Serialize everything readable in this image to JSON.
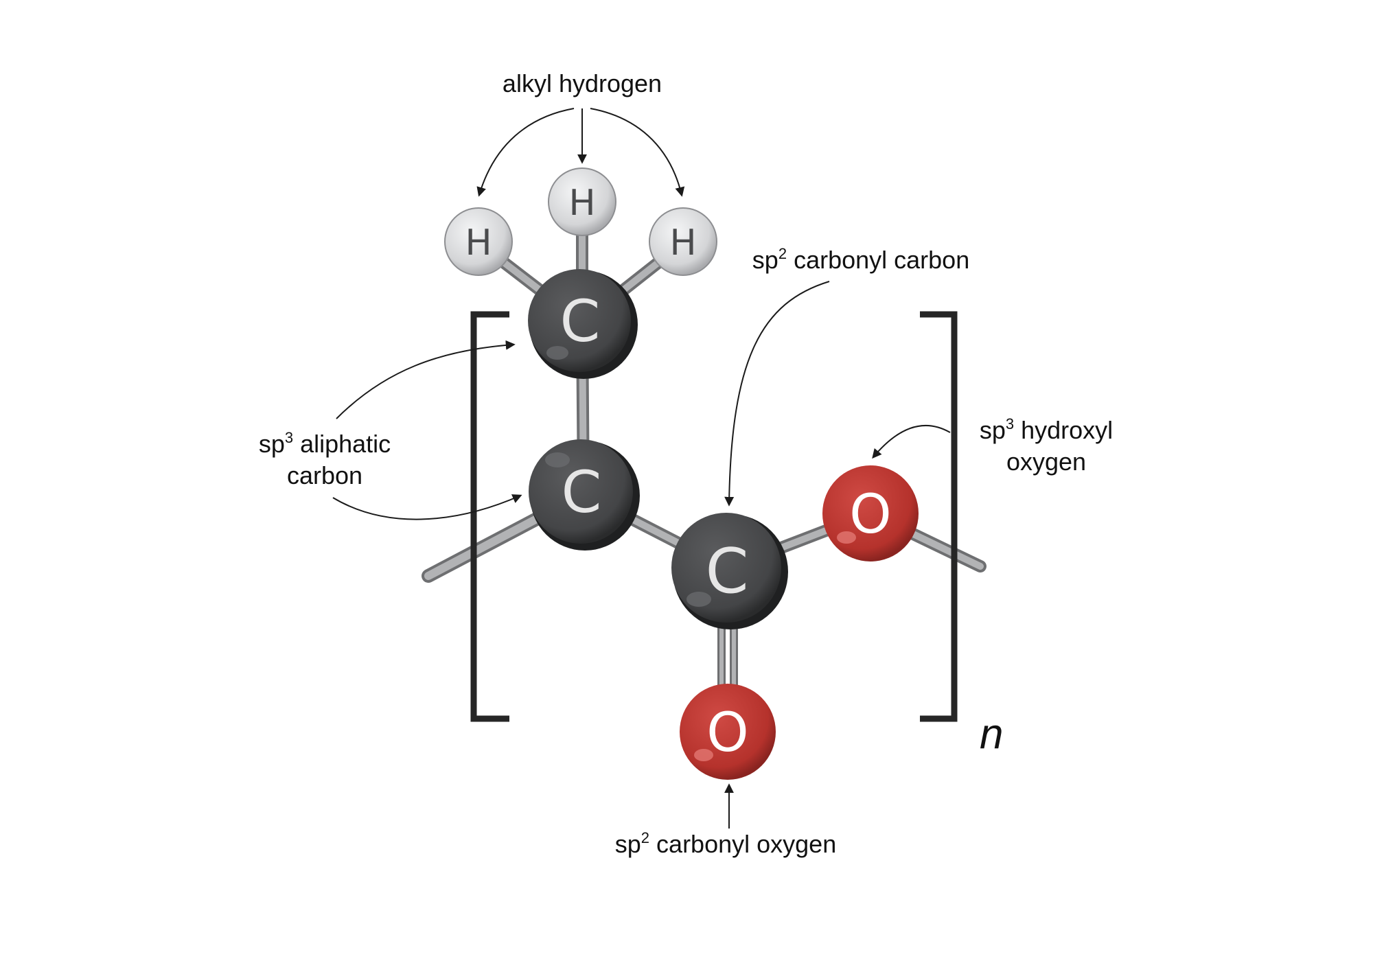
{
  "labels": {
    "alkyl_hydrogen": "alkyl hydrogen",
    "sp2_carbonyl_carbon": {
      "prefix": "sp",
      "sup": "2",
      "rest": " carbonyl carbon"
    },
    "sp3_aliphatic_carbon": {
      "prefix": "sp",
      "sup": "3",
      "rest": " aliphatic",
      "line2": "carbon"
    },
    "sp3_hydroxyl_oxygen": {
      "prefix": "sp",
      "sup": "3",
      "rest": " hydroxyl",
      "line2": "oxygen"
    },
    "sp2_carbonyl_oxygen": {
      "prefix": "sp",
      "sup": "2",
      "rest": " carbonyl oxygen"
    },
    "repeat_unit": "n"
  },
  "atoms": {
    "hydrogen": "H",
    "carbon": "C",
    "oxygen": "O"
  },
  "colors": {
    "hydrogen": "#d9dadc",
    "carbon": "#3f4042",
    "oxygen": "#b8332e",
    "bond": "#9a9b9d",
    "bracket": "#262626",
    "arrow": "#1a1a1a"
  }
}
